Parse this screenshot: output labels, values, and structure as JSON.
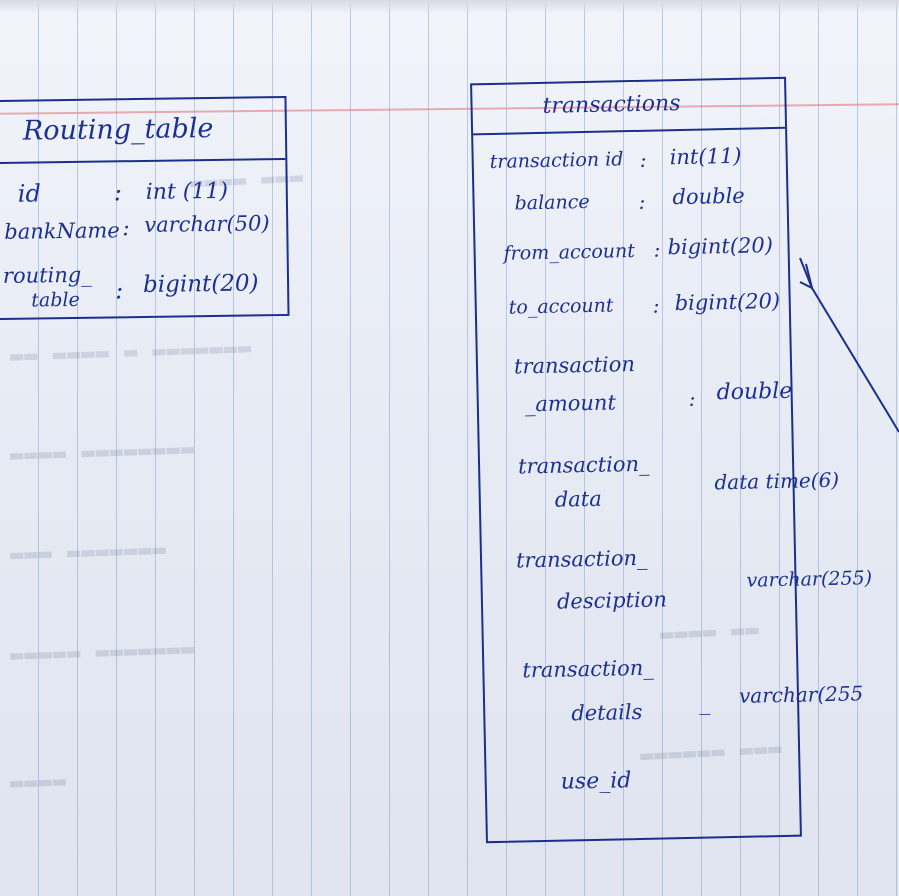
{
  "entities": {
    "routing": {
      "name": "Routing_table",
      "attributes": [
        {
          "name": "id",
          "sep": ":",
          "type": "int (11)"
        },
        {
          "name": "bankName",
          "sep": ":",
          "type": "varchar(50)"
        },
        {
          "name": "routing_",
          "sep": "",
          "type": ""
        },
        {
          "name": "table",
          "sep": ":",
          "type": "bigint(20)"
        }
      ]
    },
    "transactions": {
      "name": "transactions",
      "attributes": [
        {
          "name": "transaction id",
          "sep": ":",
          "type": "int(11)"
        },
        {
          "name": "balance",
          "sep": ":",
          "type": "double"
        },
        {
          "name": "from_account",
          "sep": ":",
          "type": "bigint(20)"
        },
        {
          "name": "to_account",
          "sep": ":",
          "type": "bigint(20)"
        },
        {
          "name": "transaction",
          "sep": "",
          "type": ""
        },
        {
          "name": "_amount",
          "sep": ":",
          "type": "double"
        },
        {
          "name": "transaction_",
          "sep": "",
          "type": ""
        },
        {
          "name": "data",
          "sep": "",
          "type": "data time(6)"
        },
        {
          "name": "transaction_",
          "sep": "",
          "type": ""
        },
        {
          "name": "desciption",
          "sep": "",
          "type": "varchar(255)"
        },
        {
          "name": "transaction_",
          "sep": "",
          "type": ""
        },
        {
          "name": "details",
          "sep": "_",
          "type": "varchar(255"
        },
        {
          "name": "use_id",
          "sep": "",
          "type": ""
        }
      ]
    }
  },
  "colors": {
    "ink": "#1c2f93",
    "paper": "#eef1f8",
    "rule": "#7896cd",
    "margin": "#e16e78"
  }
}
